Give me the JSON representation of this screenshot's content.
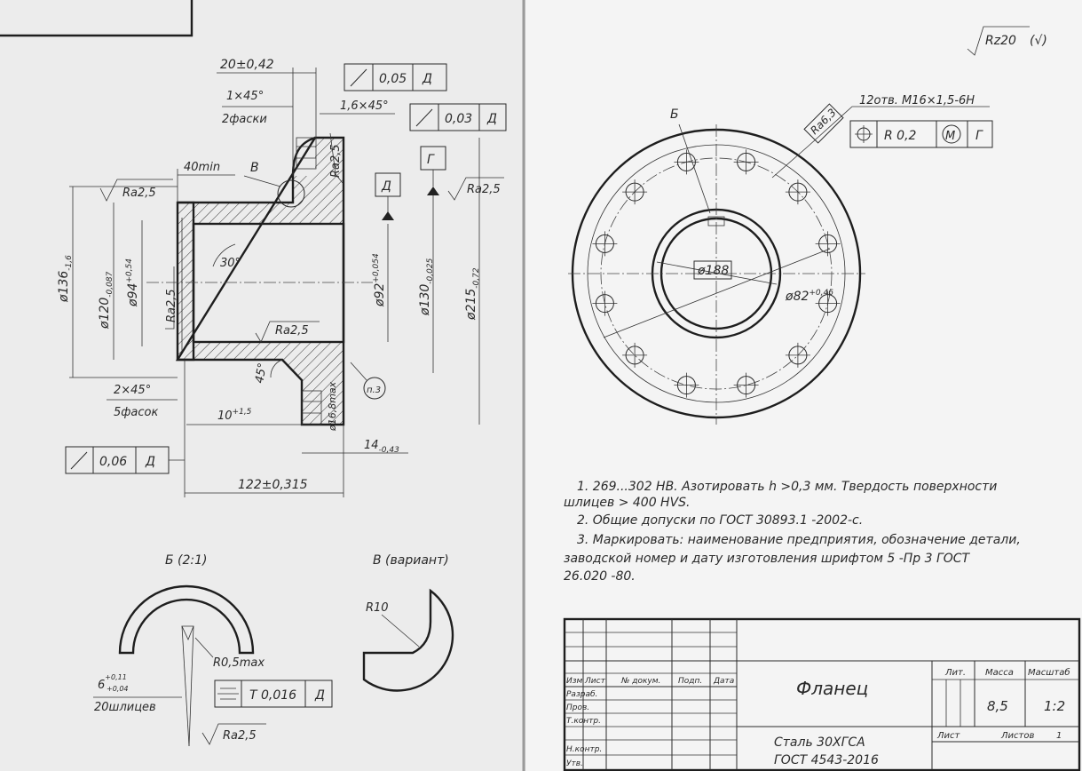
{
  "surface_roughness_general": "Rz20",
  "surface_roughness_general_extra": "(√)",
  "left_view": {
    "dims": {
      "d20": "20±0,42",
      "chamfer1": "1×45°",
      "chamfer1_note": "2фаски",
      "chamfer2": "1,6×45°",
      "min40": "40min",
      "d136": "ø136",
      "d136_tol": "-1,6",
      "d120": "ø120",
      "d120_tol": "-0,087",
      "d94": "ø94",
      "d94_tol": "+0,54",
      "d92": "ø92",
      "d92_tol": "+0,054",
      "d130": "ø130",
      "d130_tol": "-0,025",
      "d215": "ø215",
      "d215_tol": "-0,72",
      "angle30": "30°",
      "angle45": "45°",
      "chamfer3": "2×45°",
      "chamfer3_note": "5фасок",
      "d10": "10",
      "d10_tol": "+1,5",
      "d14": "14",
      "d14_tol": "-0,43",
      "d122": "122±0,315",
      "hole_note": "ø16,8max",
      "circle_note": "п.3"
    },
    "roughness": {
      "r1": "Ra2,5",
      "r2": "Ra2,5",
      "r3": "Ra2,5",
      "r4": "Ra2,5",
      "r5": "Ra2,5"
    },
    "tolerances": {
      "t1": "0,05",
      "t1_datum": "Д",
      "t2": "0,03",
      "t2_datum": "Д",
      "t3": "0,06",
      "t3_datum": "Д"
    },
    "datum_d": "Д",
    "datum_g": "Г",
    "label_b": "В"
  },
  "detail_b": {
    "title": "Б (2:1)",
    "r_label": "R0,5max",
    "spline": "6",
    "spline_tol_top": "+0,11",
    "spline_tol_bot": "+0,04",
    "spline_note": "20шлицев",
    "tol_value": "T 0,016",
    "tol_datum": "Д",
    "roughness": "Ra2,5"
  },
  "detail_v": {
    "title": "В (вариант)",
    "r_label": "R10"
  },
  "right_view": {
    "label_b": "Б",
    "roughness": "Ra6,3",
    "holes_note": "12отв. M16×1,5-6H",
    "pos_tol": "R 0,2",
    "pos_mod": "M",
    "pos_datum": "Г",
    "d188": "ø188",
    "d82": "ø82",
    "d82_tol": "+0,46"
  },
  "notes": [
    "1. 269...302 HB. Азотировать h >0,3 мм. Твердость поверхности",
    "шлицев > 400 HVS.",
    "2. Общие допуски по ГОСТ 30893.1 -2002-с.",
    "3. Маркировать: наименование предприятия, обозначение детали,",
    "заводской номер и дату изготовления шрифтом 5 -Пр 3 ГОСТ",
    "26.020 -80."
  ],
  "title_block": {
    "part_name": "Фланец",
    "material_line1": "Сталь 30ХГСА",
    "material_line2": "ГОСТ 4543-2016",
    "col_izm": "Изм",
    "col_list": "Лист",
    "col_doc": "№ докум.",
    "col_podp": "Подп.",
    "col_date": "Дата",
    "row_razrab": "Разраб.",
    "row_prov": "Пров.",
    "row_tkontr": "Т.контр.",
    "row_nkontr": "Н.контр.",
    "row_utv": "Утв.",
    "lit": "Лит.",
    "massa": "Масса",
    "masshtab": "Масштаб",
    "mass_value": "8,5",
    "scale_value": "1:2",
    "list": "Лист",
    "listov": "Листов",
    "listov_value": "1"
  }
}
